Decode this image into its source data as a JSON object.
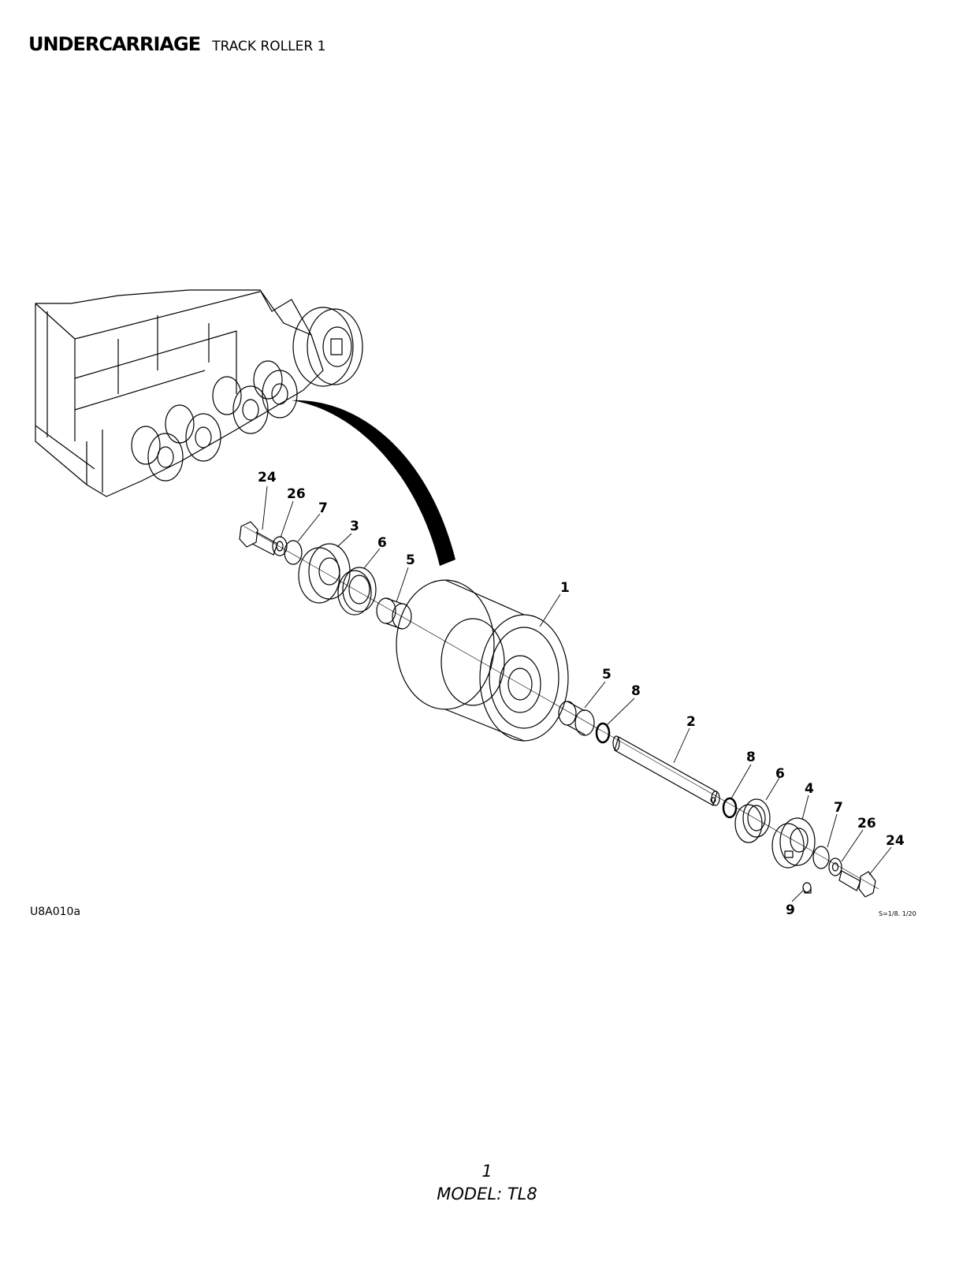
{
  "header": {
    "title": "UNDERCARRIAGE",
    "subtitle": "TRACK ROLLER 1"
  },
  "figure": {
    "code": "U8A010a",
    "scale_note": "S=1/8. 1/20"
  },
  "callouts": [
    "24",
    "26",
    "7",
    "3",
    "6",
    "5",
    "1",
    "5",
    "8",
    "2",
    "8",
    "6",
    "4",
    "7",
    "26",
    "24",
    "9"
  ],
  "footer": {
    "page_number": "1",
    "model": "MODEL: TL8"
  }
}
